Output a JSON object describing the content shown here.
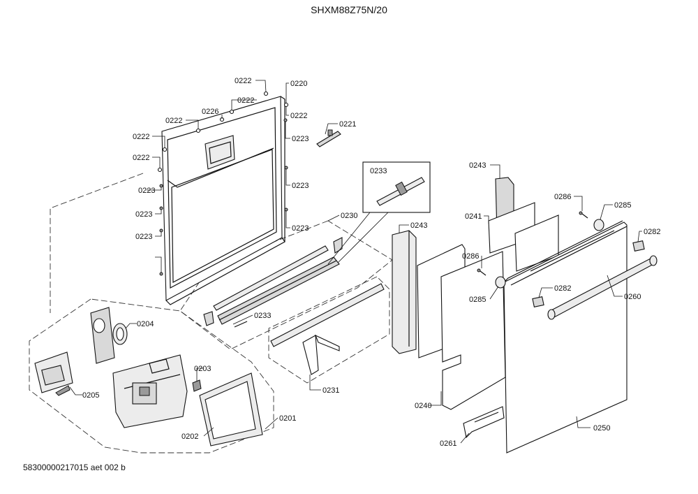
{
  "title": "SHXM88Z75N/20",
  "footer": "58300000217015 aet 002 b",
  "labels": {
    "l0222a": "0222",
    "l0220": "0220",
    "l0222b": "0222",
    "l0226": "0226",
    "l0222c": "0222",
    "l0222d": "0222",
    "l0223a": "0223",
    "l0221": "0221",
    "l0222e": "0222",
    "l0222f": "0222",
    "l0223b": "0223",
    "l0223c": "0223",
    "l0223d": "0223",
    "l0223e": "0223",
    "l0223f": "0223",
    "l0230": "0230",
    "l0233a": "0233",
    "l0233b": "0233",
    "l0243a": "0243",
    "l0243b": "0243",
    "l0241": "0241",
    "l0286a": "0286",
    "l0285a": "0285",
    "l0282a": "0282",
    "l0286b": "0286",
    "l0285b": "0285",
    "l0282b": "0282",
    "l0260": "0260",
    "l0204": "0204",
    "l0203": "0203",
    "l0205": "0205",
    "l0202": "0202",
    "l0201": "0201",
    "l0231": "0231",
    "l0240": "0240",
    "l0250": "0250",
    "l0261": "0261"
  }
}
